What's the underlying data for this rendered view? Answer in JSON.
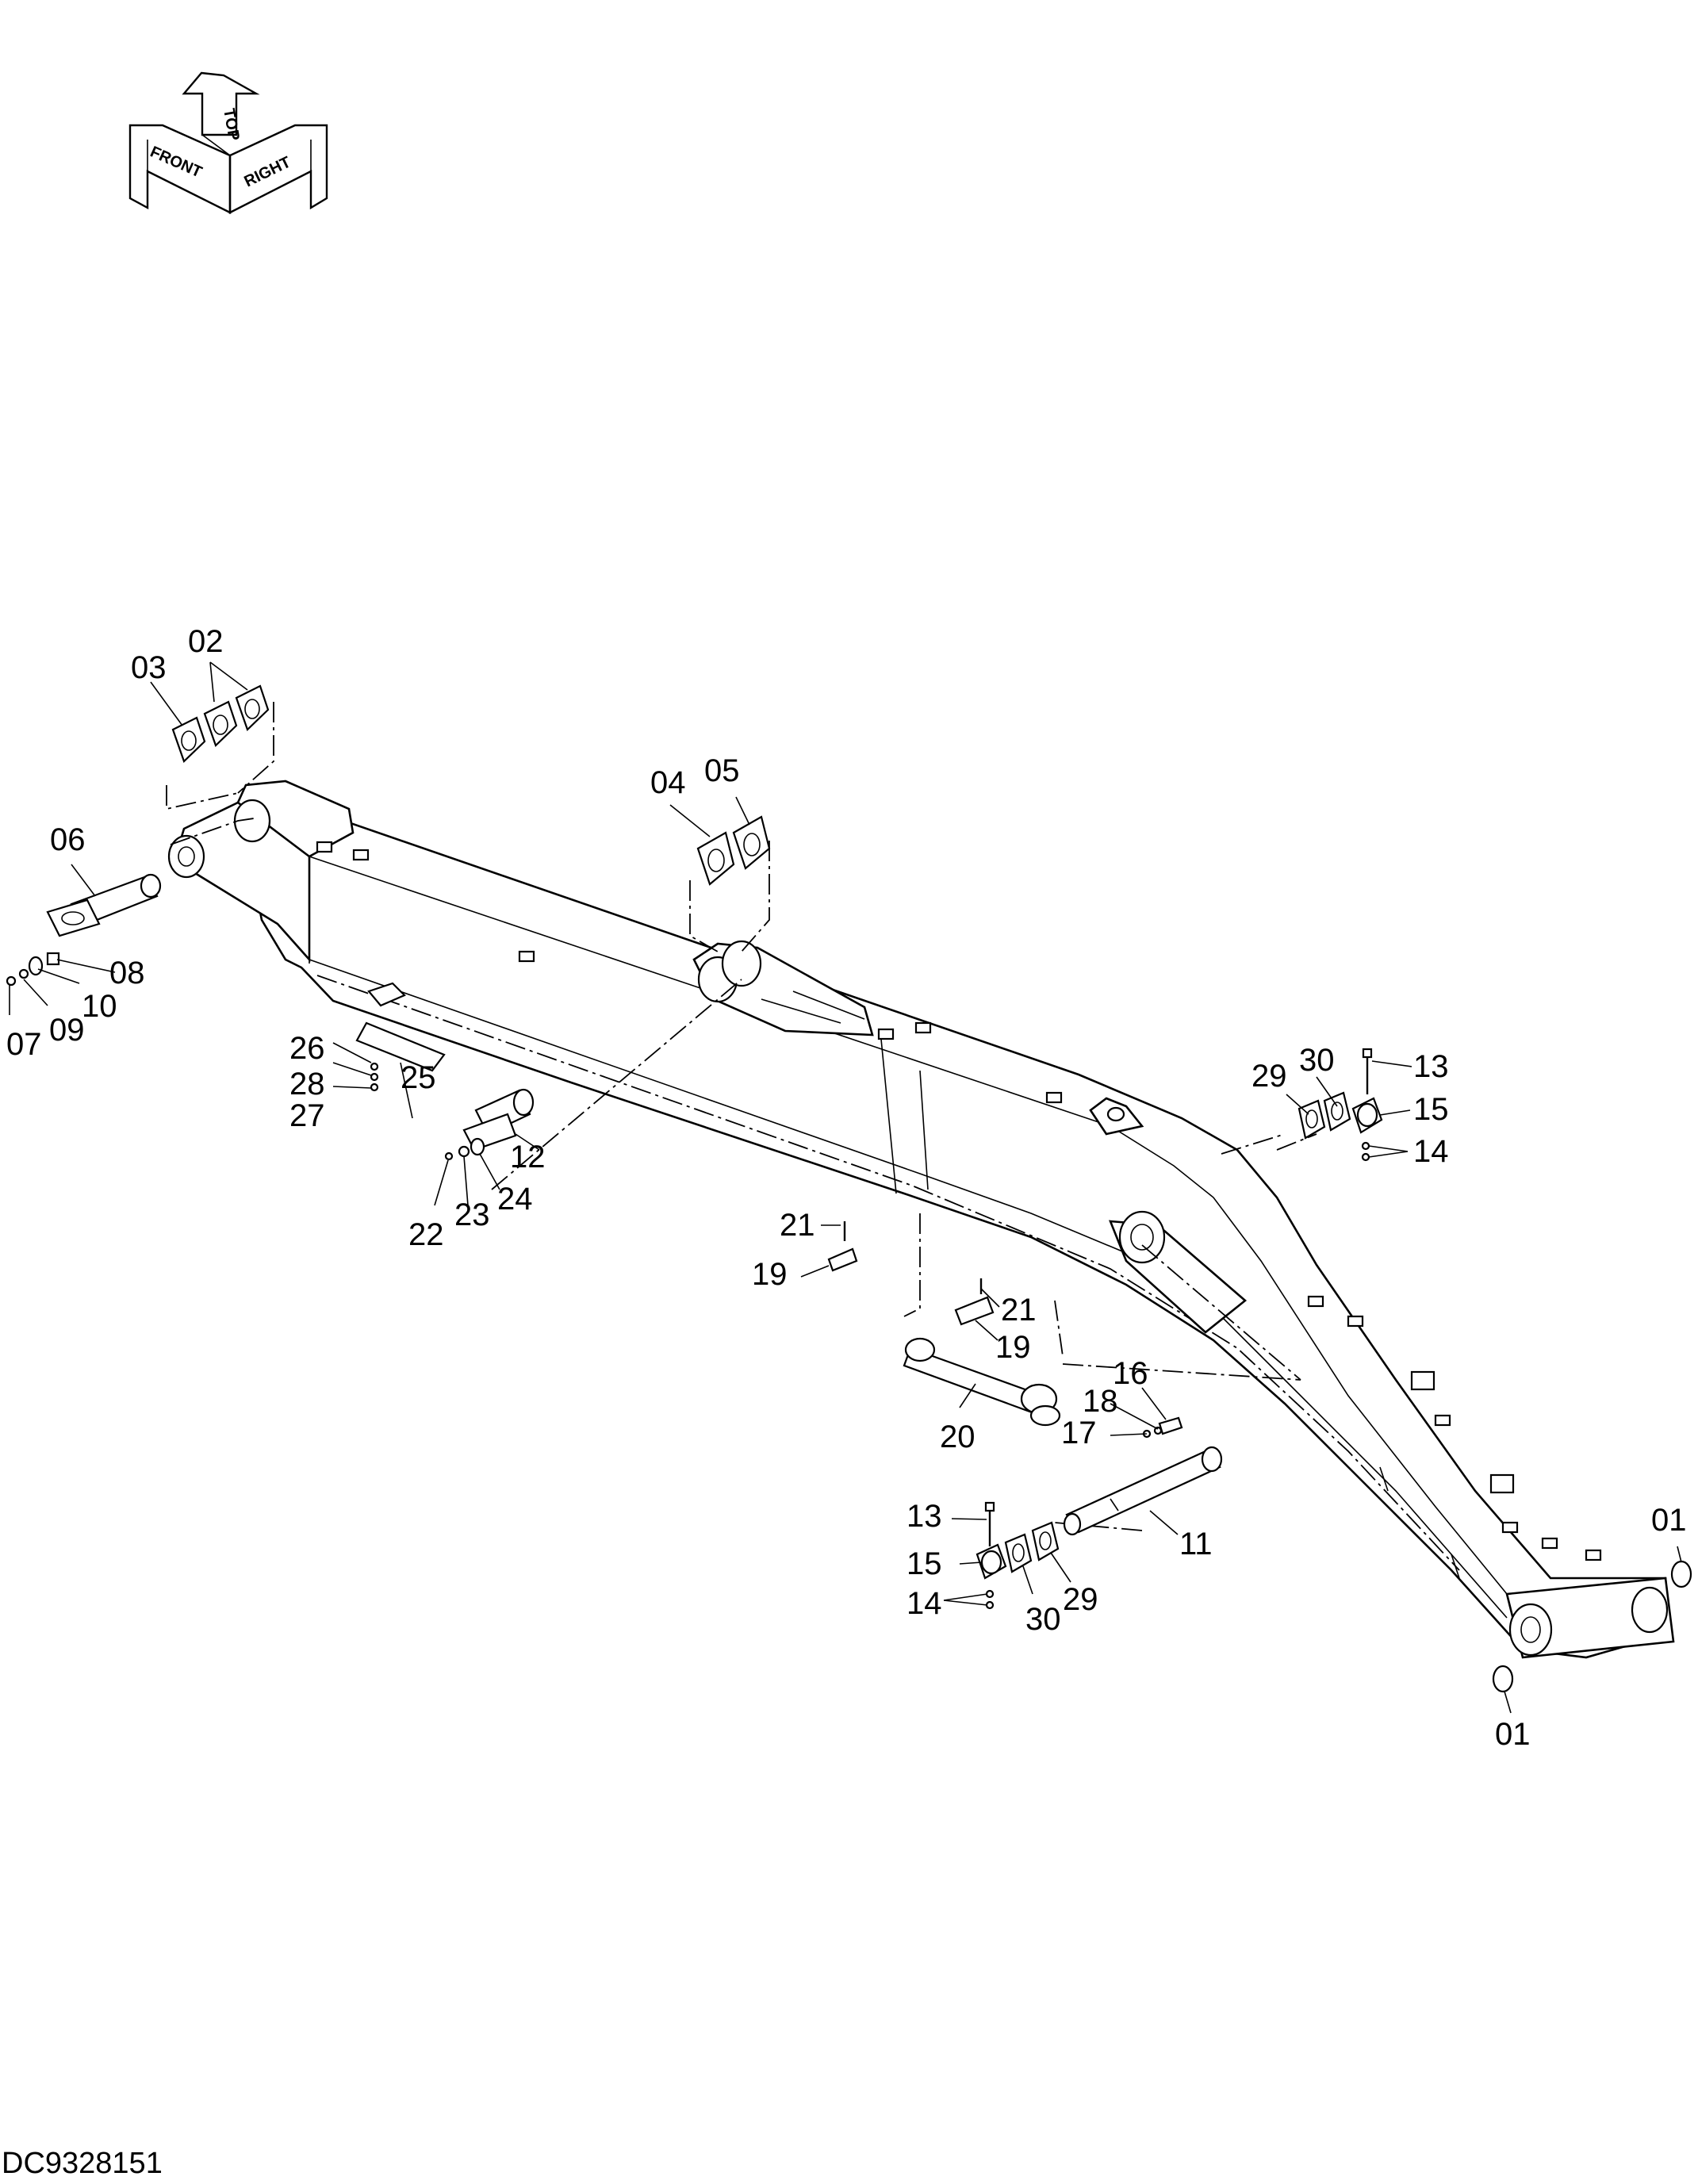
{
  "orientation_icon": {
    "front": "FRONT",
    "top": "TOP",
    "right": "RIGHT"
  },
  "drawing_code": "DC9328151",
  "callouts": {
    "c01a": "01",
    "c01b": "01",
    "c02": "02",
    "c03": "03",
    "c04": "04",
    "c05": "05",
    "c06": "06",
    "c07": "07",
    "c08": "08",
    "c09": "09",
    "c10": "10",
    "c11": "11",
    "c12": "12",
    "c13a": "13",
    "c13b": "13",
    "c14a": "14",
    "c14b": "14",
    "c15a": "15",
    "c15b": "15",
    "c16": "16",
    "c17": "17",
    "c18": "18",
    "c19a": "19",
    "c19b": "19",
    "c20": "20",
    "c21a": "21",
    "c21b": "21",
    "c22": "22",
    "c23": "23",
    "c24": "24",
    "c25": "25",
    "c26": "26",
    "c27": "27",
    "c28": "28",
    "c29a": "29",
    "c29b": "29",
    "c30a": "30",
    "c30b": "30"
  }
}
